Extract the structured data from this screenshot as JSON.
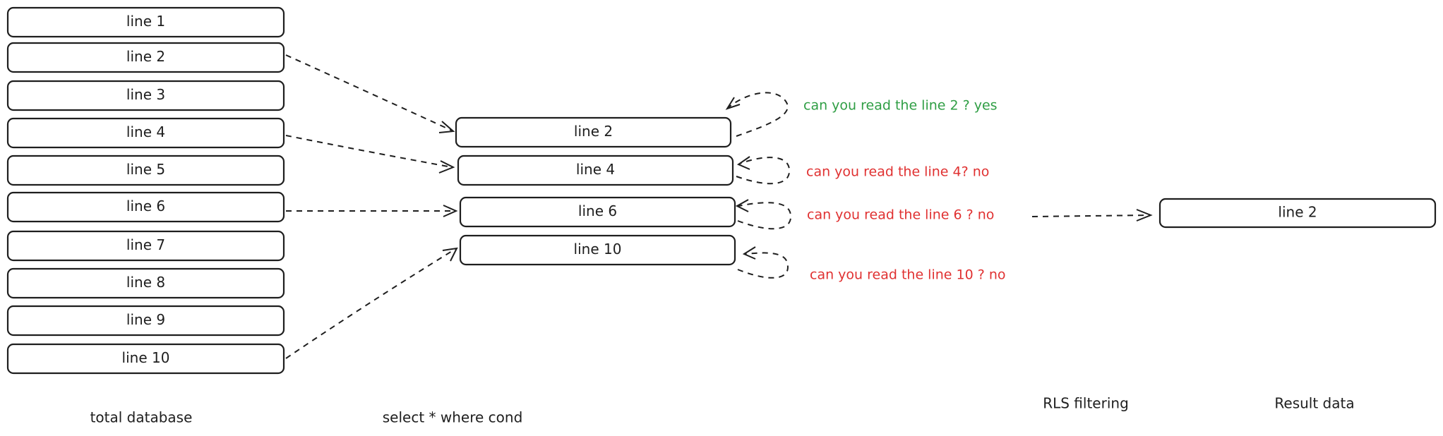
{
  "diagram": {
    "database_rows": [
      "line 1",
      "line 2",
      "line 3",
      "line 4",
      "line 5",
      "line 6",
      "line 7",
      "line 8",
      "line 9",
      "line 10"
    ],
    "selected_rows": [
      "line 2",
      "line 4",
      "line 6",
      "line 10"
    ],
    "result_rows": [
      "line 2"
    ],
    "checks": [
      {
        "text": "can you read the line 2 ? yes",
        "color": "#2f9e44"
      },
      {
        "text": "can you read the line 4? no",
        "color": "#e03131"
      },
      {
        "text": "can you read the line 6 ? no",
        "color": "#e03131"
      },
      {
        "text": "can you read the line 10 ? no",
        "color": "#e03131"
      }
    ],
    "captions": {
      "total": "total database",
      "select": "select * where cond",
      "rls": "RLS filtering",
      "result": "Result data"
    }
  }
}
